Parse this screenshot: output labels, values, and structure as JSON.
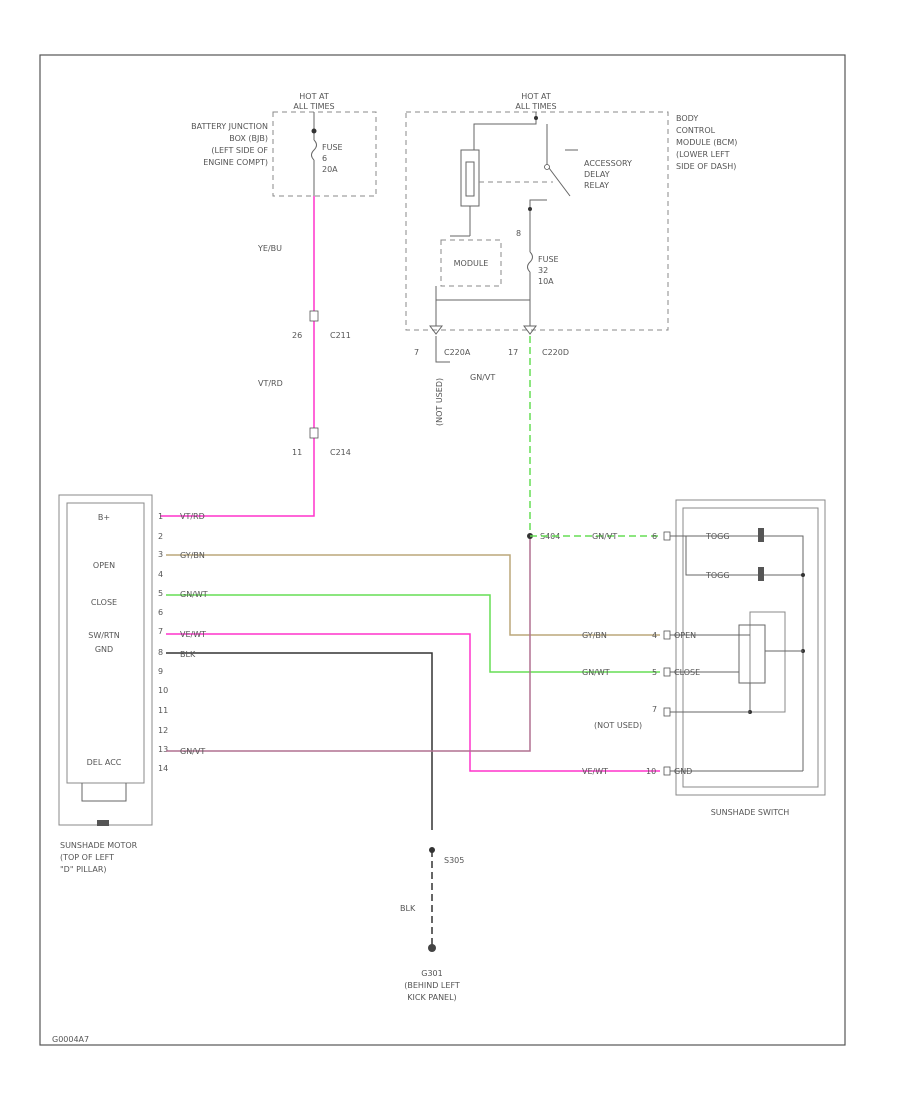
{
  "colors": {
    "pink": "#ff33cc",
    "green": "#66dd55",
    "tan": "#bba77a",
    "violet": "#b07090",
    "black": "#333333"
  },
  "fuse_block_left": {
    "hot_label_1": "HOT AT",
    "hot_label_2": "ALL TIMES",
    "location": [
      "BATTERY JUNCTION",
      "BOX (BJB)",
      "(LEFT SIDE OF",
      "ENGINE COMPT)"
    ],
    "fuse_lines": [
      "FUSE",
      "6",
      "20A"
    ]
  },
  "fuse_block_right": {
    "hot_label_1": "HOT AT",
    "hot_label_2": "ALL TIMES",
    "location": [
      "BODY",
      "CONTROL",
      "MODULE (BCM)",
      "(LOWER LEFT",
      "SIDE OF DASH)"
    ],
    "relay_lines": [
      "ACCESSORY",
      "DELAY",
      "RELAY"
    ],
    "module_label": "MODULE",
    "fuse_pin": "8",
    "fuse_lines": [
      "FUSE",
      "32",
      "10A"
    ],
    "conn_left_pin": "7",
    "conn_left": "C220A",
    "conn_right_pin": "17",
    "conn_right": "C220D",
    "not_used": "(NOT USED)"
  },
  "wires": {
    "vt_bu": "YE/BU",
    "vt_rd": "VT/RD",
    "gn_vt": "GN/VT",
    "blk": "BLK"
  },
  "connectors": {
    "c211": {
      "name": "C211",
      "pin": "26"
    },
    "c214": {
      "name": "C214",
      "pin": "11"
    }
  },
  "motor": {
    "labels": [
      "B+",
      "OPEN",
      "CLOSE",
      "SW/RTN",
      "GND",
      "DEL ACC"
    ],
    "pins": [
      "1",
      "2",
      "3",
      "4",
      "5",
      "6",
      "7",
      "8",
      "9",
      "10",
      "11",
      "12",
      "13",
      "14"
    ],
    "wire_labels": [
      "VT/RD",
      "GY/BN",
      "GN/WT",
      "VE/WT",
      "BLK",
      "GN/VT"
    ],
    "caption": [
      "SUNSHADE MOTOR",
      "(TOP OF LEFT",
      "\"D\" PILLAR)"
    ]
  },
  "switch": {
    "splice": "S404",
    "gn_vt": "GN/VT",
    "pin_top": "6",
    "contacts": [
      "TOGG",
      "TOGG"
    ],
    "open_wire": "GY/BN",
    "open_pin": "4",
    "open_label": "OPEN",
    "close_wire": "GN/WT",
    "close_pin": "5",
    "close_label": "CLOSE",
    "notused_pin": "7",
    "notused_label": "(NOT USED)",
    "gnd_wire": "VE/WT",
    "gnd_pin": "10",
    "gnd_label": "GND",
    "caption": "SUNSHADE SWITCH"
  },
  "ground": {
    "splice": "S305",
    "wire": "BLK",
    "name": "G301",
    "location": [
      "(BEHIND LEFT",
      "KICK PANEL)"
    ]
  },
  "footer": "G0004A7"
}
